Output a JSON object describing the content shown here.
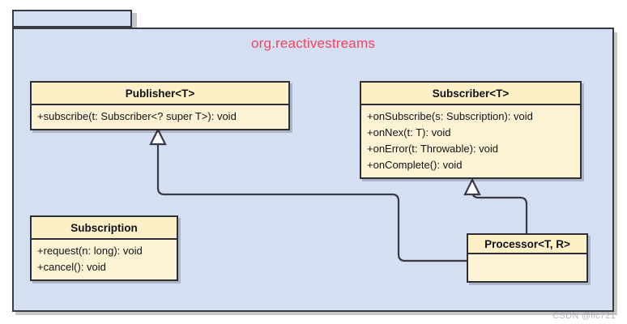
{
  "package": {
    "name": "org.reactivestreams",
    "title_color": "#fb3f5e",
    "fill_color": "#d4dff2",
    "border_color": "#3a3a42"
  },
  "classes": {
    "publisher": {
      "name": "Publisher<T>",
      "members": [
        "+subscribe(t: Subscriber<? super T>): void"
      ]
    },
    "subscriber": {
      "name": "Subscriber<T>",
      "members": [
        "+onSubscribe(s: Subscription): void",
        "+onNex(t: T): void",
        "+onError(t: Throwable): void",
        "+onComplete(): void"
      ]
    },
    "subscription": {
      "name": "Subscription",
      "members": [
        "+request(n: long): void",
        "+cancel(): void"
      ]
    },
    "processor": {
      "name": "Processor<T, R>",
      "members": []
    }
  },
  "relations": [
    {
      "name": "processor-implements-publisher",
      "from": "processor",
      "to": "publisher",
      "type": "generalization"
    },
    {
      "name": "processor-implements-subscriber",
      "from": "processor",
      "to": "subscriber",
      "type": "generalization"
    }
  ],
  "style": {
    "class_fill": "#fdf3d4",
    "class_header_fill": "#fdf0c6",
    "class_border": "#2e2e34",
    "line_color": "#3a3a44"
  },
  "watermark": {
    "text": "CSDN @lic721"
  }
}
